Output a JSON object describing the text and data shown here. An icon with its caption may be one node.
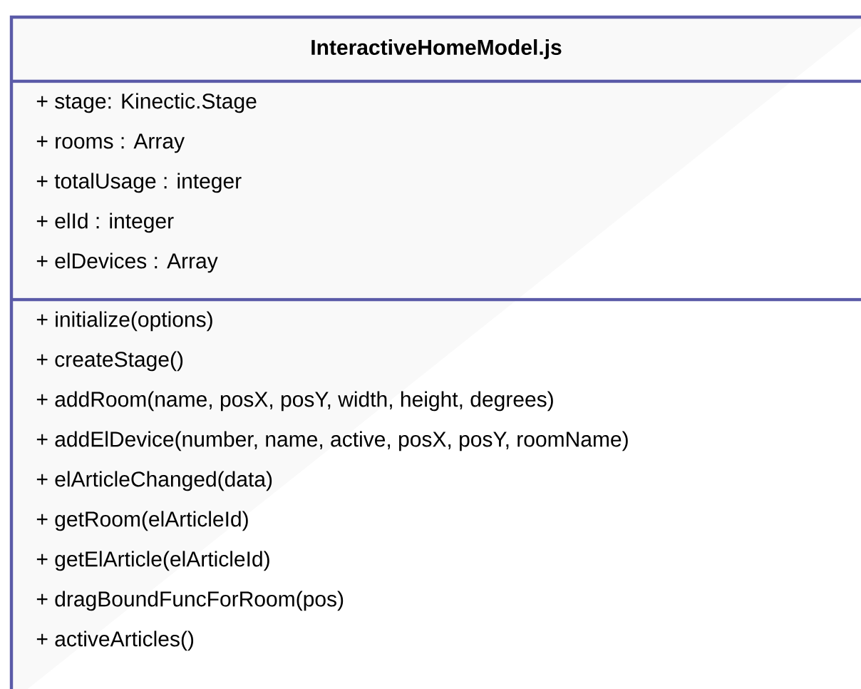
{
  "diagram": {
    "nodes": [
      {
        "text": [
          "InteractiveHomeModel.js"
        ]
      },
      {
        "text": [
          "+ stage: Kinectic.Stage",
          "+ rooms : Array",
          "+ totalUsage : integer",
          "+ elId : integer",
          "+ elDevices : Array"
        ],
        "in": 0
      },
      {
        "text": [
          "+ initialize(options)",
          "+ createStage()",
          "+ addRoom(name, posX, posY, width, height, degrees)",
          "+ addElDevice(number, name, active, posX, posY, roomName)",
          "+ elArticleChanged(data)",
          "+ getRoom(elArticleId)",
          "+ getElArticle(elArticleId)",
          "+ dragBoundFuncForRoom(pos)",
          "+ activeArticles()"
        ],
        "in": 0
      }
    ]
  }
}
